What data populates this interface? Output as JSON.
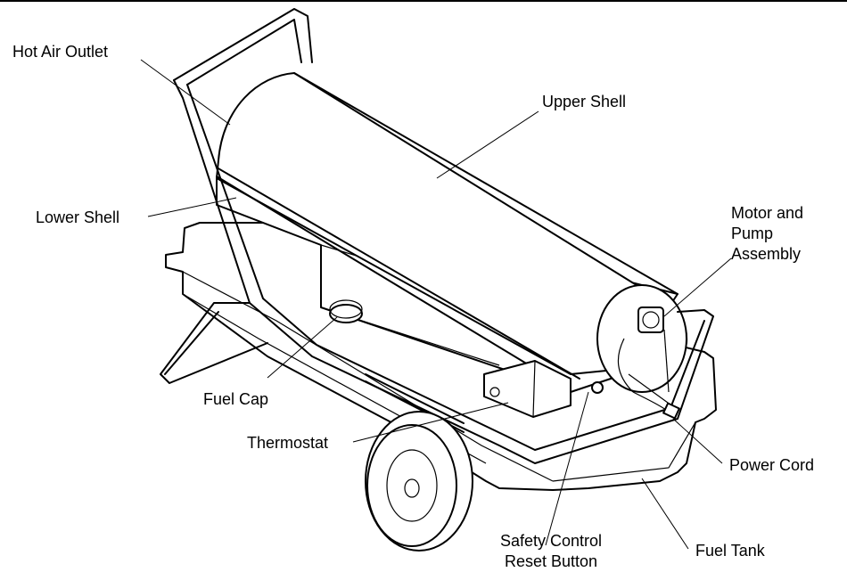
{
  "labels": {
    "hot_air_outlet": "Hot Air Outlet",
    "upper_shell": "Upper Shell",
    "lower_shell": "Lower Shell",
    "motor_pump_line1": "Motor and",
    "motor_pump_line2": "Pump",
    "motor_pump_line3": "Assembly",
    "fuel_cap": "Fuel Cap",
    "thermostat": "Thermostat",
    "power_cord": "Power Cord",
    "safety_line1": "Safety Control",
    "safety_line2": "Reset Button",
    "fuel_tank": "Fuel Tank"
  }
}
